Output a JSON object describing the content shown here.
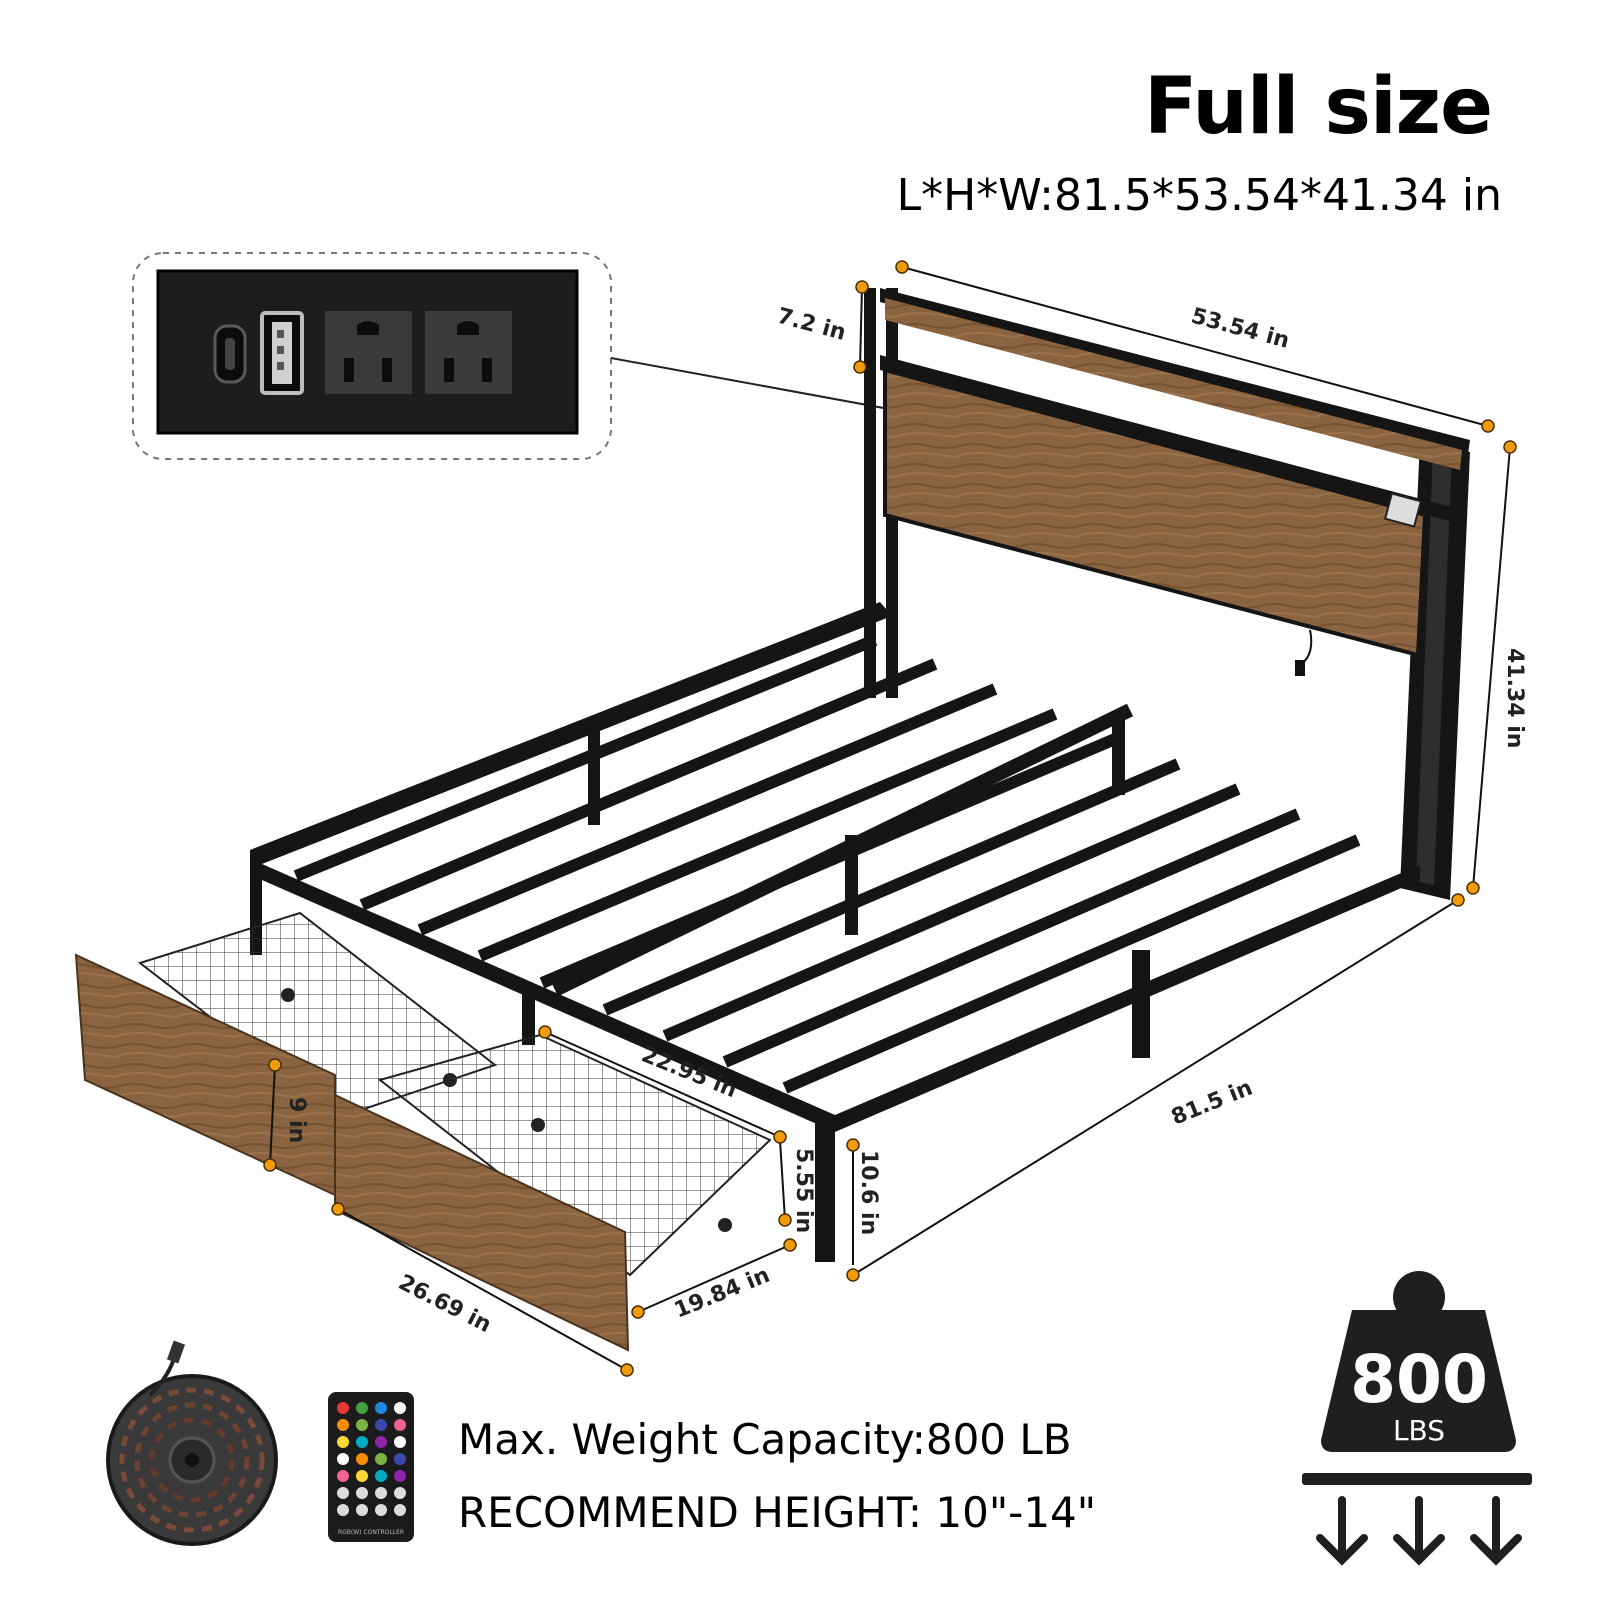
{
  "header": {
    "title": "Full size",
    "dimensions": "L*H*W:81.5*53.54*41.34 in"
  },
  "dimensions": {
    "headboard_width": "53.54 in",
    "headboard_shelf": "7.2 in",
    "headboard_height": "41.34 in",
    "bed_length": "81.5 in",
    "clearance_height": "10.6 in",
    "drawer_track": "22.95 in",
    "drawer_front_height": "9 in",
    "drawer_width": "26.69 in",
    "drawer_depth": "19.84 in",
    "drawer_side_height": "5.55 in"
  },
  "specs": {
    "weight_capacity": "Max. Weight Capacity:800 LB",
    "recommended_height": "RECOMMEND HEIGHT: 10\"-14\""
  },
  "weight_badge": {
    "number": "800",
    "unit": "LBS"
  },
  "remote": {
    "label": "RGB(W) CONTROLLER",
    "key_colors": [
      "#e53935",
      "#43a047",
      "#1e88e5",
      "#ffffff",
      "#fb8c00",
      "#7cb342",
      "#3949ab",
      "#f06292",
      "#fdd835",
      "#00acc1",
      "#8e24aa",
      "#ffffff"
    ]
  },
  "colors": {
    "wood": "#8a6440",
    "wood_dark": "#5e4128",
    "metal": "#151515",
    "marker": "#f29b0a"
  }
}
